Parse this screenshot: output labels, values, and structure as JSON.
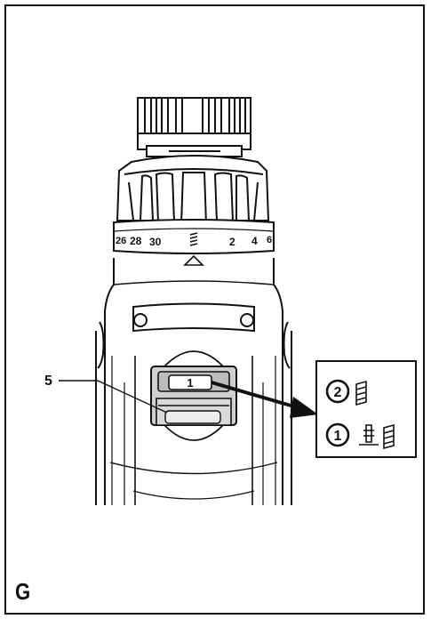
{
  "figure": {
    "label": "G",
    "callout_number": "5",
    "switch_value": "1",
    "dial_numbers": [
      "26",
      "28",
      "30",
      "2",
      "4",
      "6"
    ],
    "modes": [
      {
        "number": "②",
        "icons": [
          "drill-bit-icon"
        ]
      },
      {
        "number": "①",
        "icons": [
          "screw-icon",
          "drill-bit-icon"
        ]
      }
    ]
  }
}
